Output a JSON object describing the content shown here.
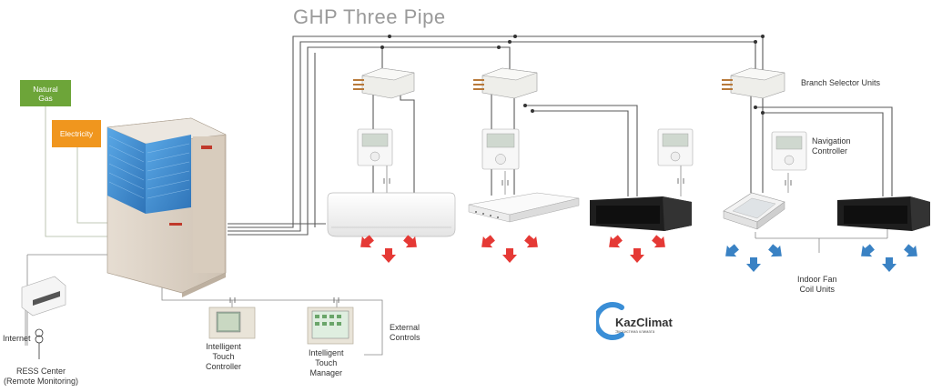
{
  "title": "GHP Three Pipe",
  "boxes": {
    "natural_gas": "Natural\nGas",
    "electricity": "Electricity"
  },
  "labels": {
    "branch_selector": "Branch Selector Units",
    "navigation_controller": "Navigation\nController",
    "indoor_units": "Indoor Fan\nCoil Units",
    "external_controls": "External\nControls",
    "touch_controller": "Intelligent\nTouch\nController",
    "touch_manager": "Intelligent\nTouch\nManager",
    "internet": "Internet",
    "ress": "RESS Center\n(Remote Monitoring)"
  },
  "logo": {
    "name": "KazClimat",
    "tagline": "Экосистема климата"
  },
  "colors": {
    "gas": "#6da539",
    "electricity": "#f0961e",
    "heat_arrow": "#e53935",
    "cool_arrow": "#3a82c4",
    "pipe": "#5a5a5a",
    "outdoor_blue": "#3d8fd1"
  }
}
